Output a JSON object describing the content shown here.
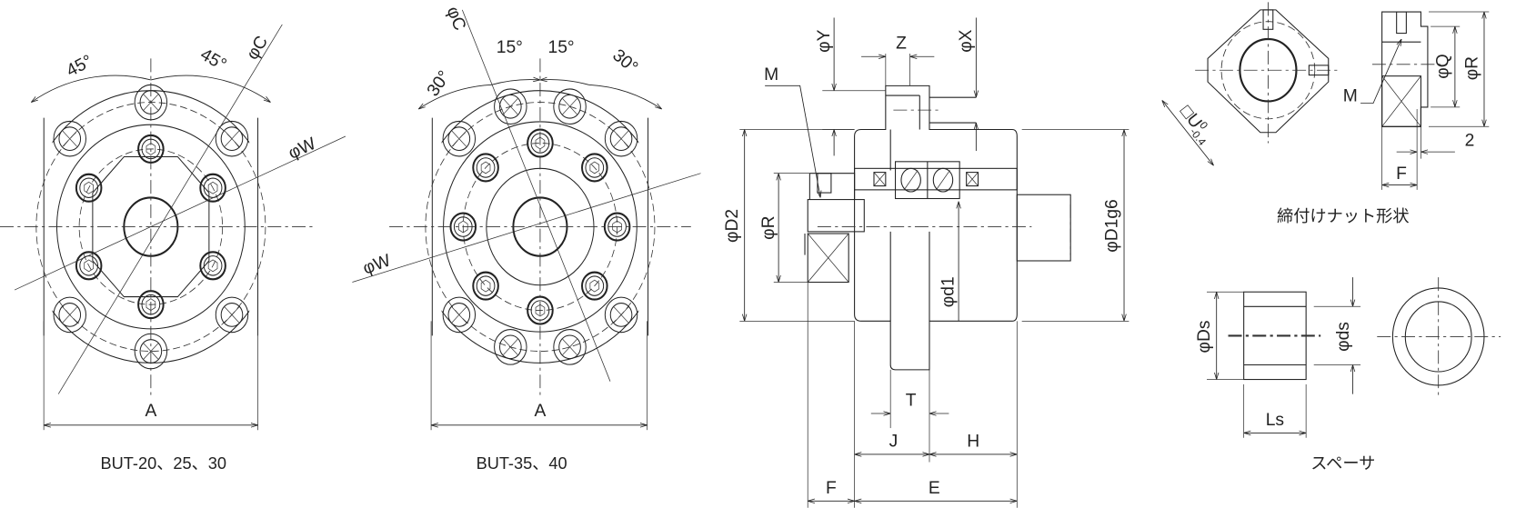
{
  "view_but20": {
    "caption": "BUT-20、25、30",
    "angle_left": "45°",
    "angle_right": "45°",
    "phi_c": "φC",
    "phi_w": "φW",
    "dim_a": "A"
  },
  "view_but35": {
    "caption": "BUT-35、40",
    "angle_outer_left": "30°",
    "angle_inner_left": "15°",
    "angle_inner_right": "15°",
    "angle_outer_right": "30°",
    "phi_c": "φC",
    "phi_w": "φW",
    "dim_a": "A"
  },
  "side_view": {
    "phi_y": "φY",
    "z": "Z",
    "phi_x": "φX",
    "m": "M",
    "phi_d2": "φD2",
    "phi_r": "φR",
    "phi_d1g6": "φD1g6",
    "phi_d1": "φd1",
    "t": "T",
    "j": "J",
    "h": "H",
    "f": "F",
    "e": "E"
  },
  "lock_nut": {
    "caption": "締付けナット形状",
    "u": "□U",
    "u_upper_tol": "0",
    "u_lower_tol": "-0.4",
    "m": "M",
    "phi_q": "φQ",
    "phi_r": "φR",
    "two": "2",
    "f": "F"
  },
  "spacer": {
    "caption": "スペーサ",
    "phi_ds_outer": "φDs",
    "phi_ds_inner": "φds",
    "ls": "Ls"
  }
}
